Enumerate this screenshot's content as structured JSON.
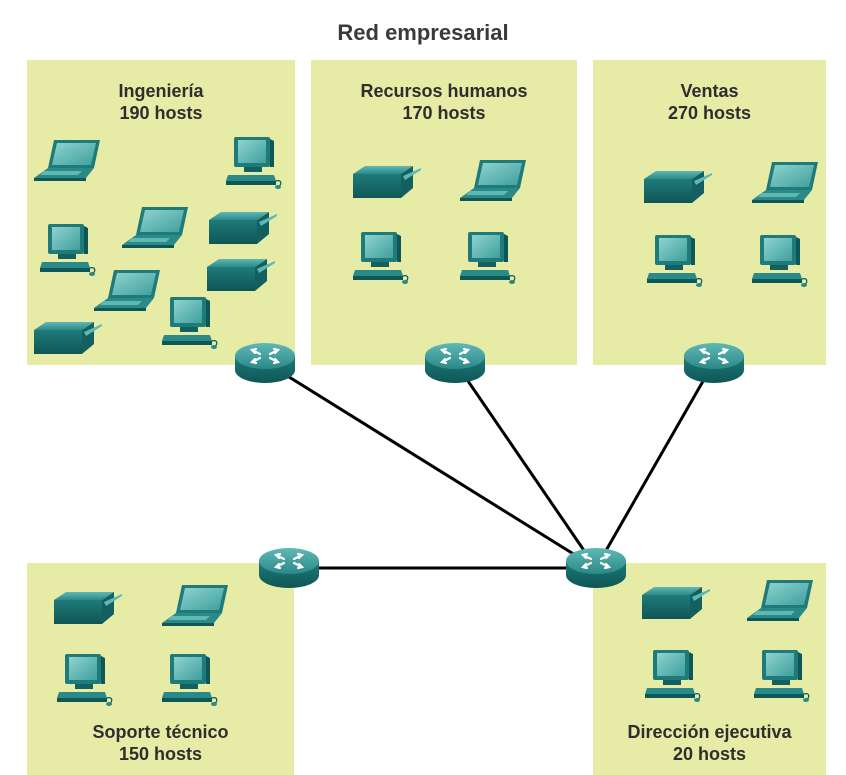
{
  "title": "Red empresarial",
  "departments": [
    {
      "name": "Ingeniería",
      "hosts": "190 hosts"
    },
    {
      "name": "Recursos humanos",
      "hosts": "170 hosts"
    },
    {
      "name": "Ventas",
      "hosts": "270 hosts"
    },
    {
      "name": "Soporte técnico",
      "hosts": "150 hosts"
    },
    {
      "name": "Dirección ejecutiva",
      "hosts": "20 hosts"
    }
  ],
  "colors": {
    "zone": "#e6eba6",
    "device": "#1e7f7f",
    "link": "#000000"
  },
  "icons": [
    "router-icon",
    "laptop-icon",
    "desktop-icon",
    "printer-icon"
  ]
}
